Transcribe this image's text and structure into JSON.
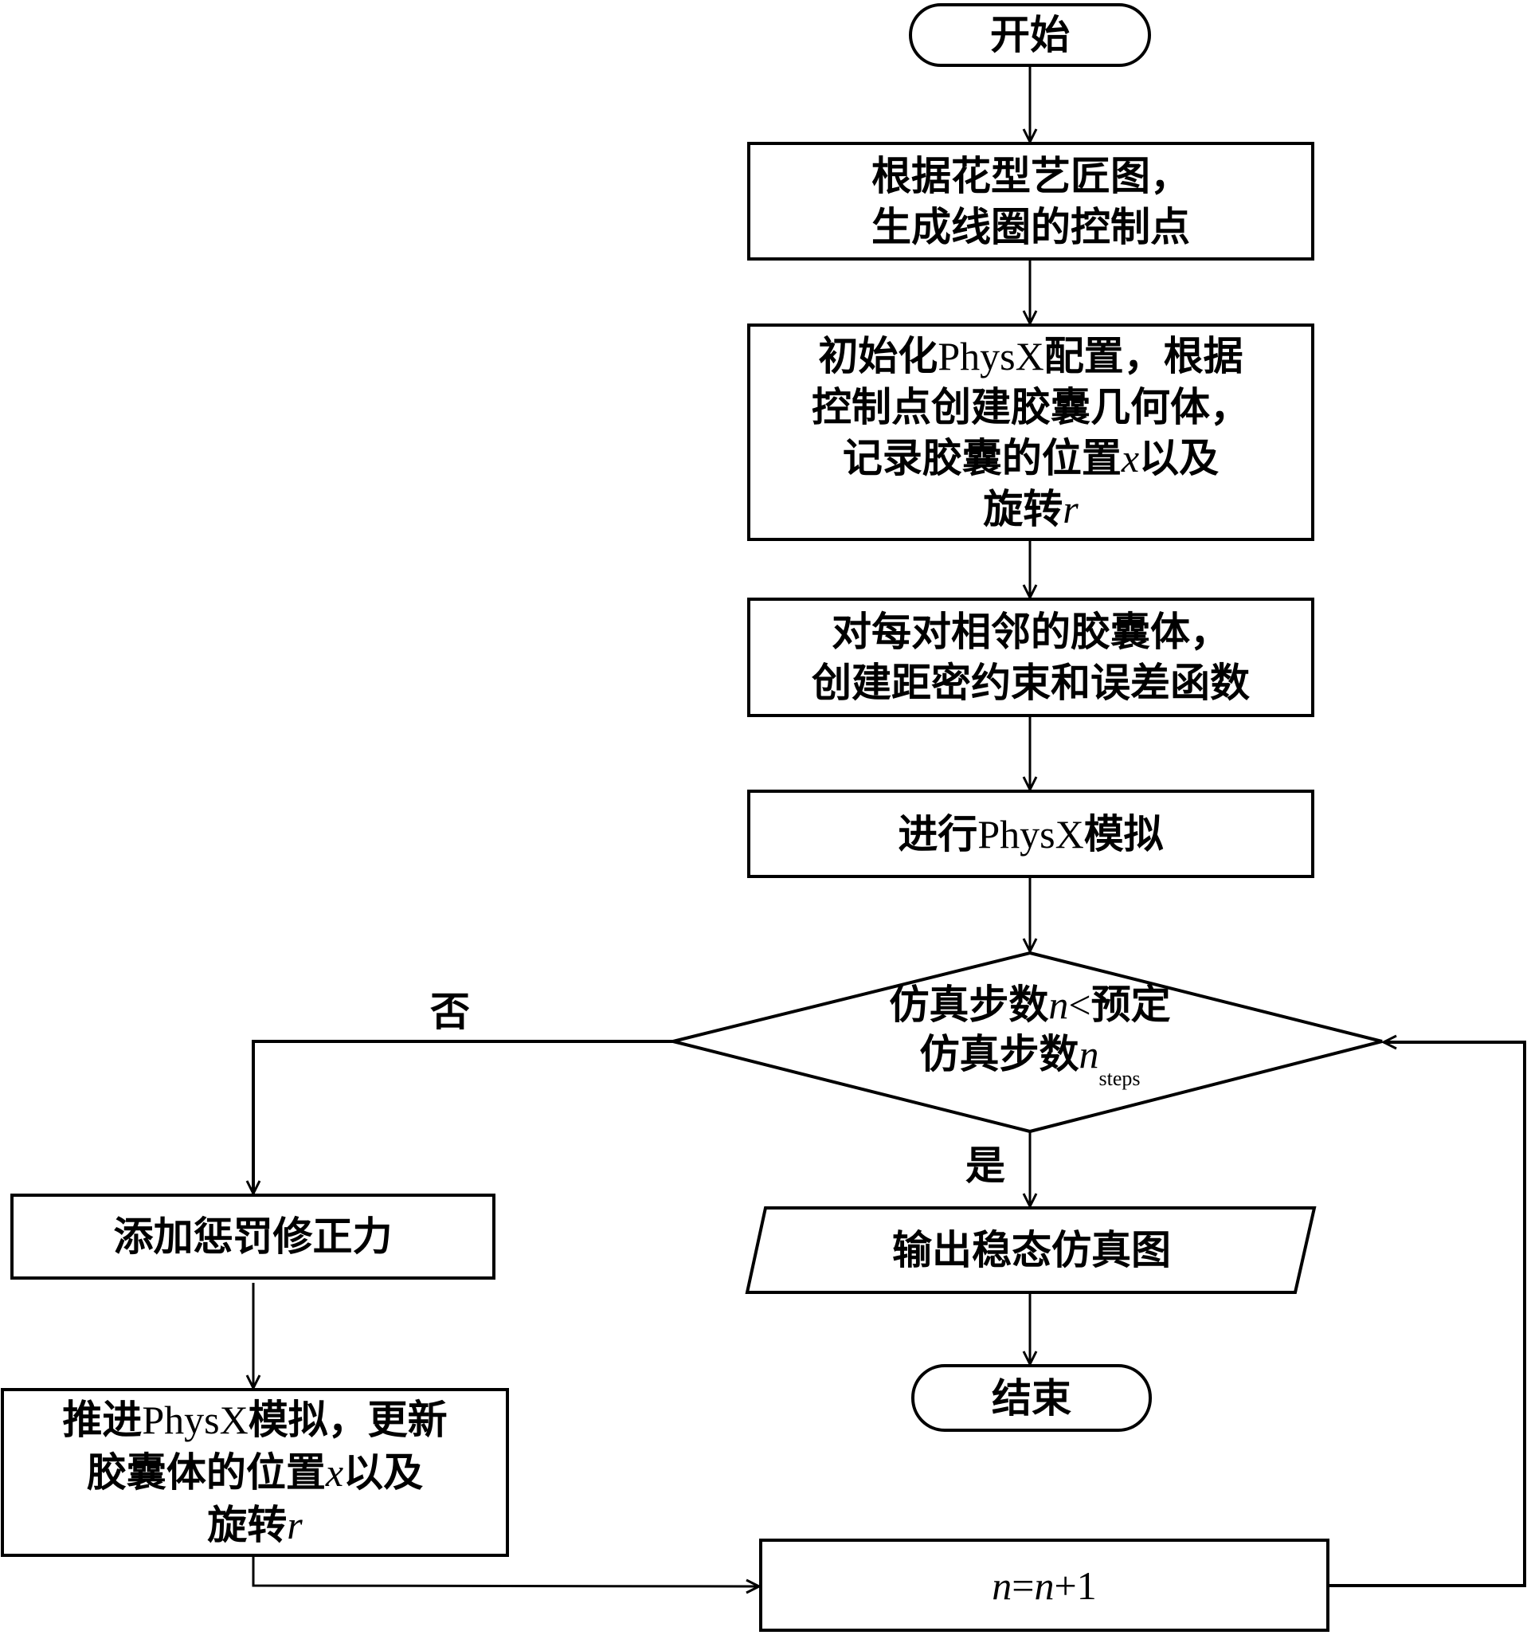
{
  "flowchart": {
    "start": "开始",
    "step_generate": {
      "lines": [
        "根据花型艺匠图，",
        "生成线圈的控制点"
      ]
    },
    "step_init": {
      "line1_a": "初始化",
      "line1_latin": "PhysX",
      "line1_b": "配置，根据",
      "line2": "控制点创建胶囊几何体，",
      "line3_a": "记录胶囊的位置",
      "line3_var": "x",
      "line3_b": "以及",
      "line4_a": "旋转",
      "line4_var": "r"
    },
    "step_constraints": {
      "lines": [
        "对每对相邻的胶囊体，",
        "创建距密约束和误差函数"
      ]
    },
    "step_simulate": {
      "a": "进行",
      "latin": "PhysX",
      "b": "模拟"
    },
    "decision": {
      "line1_a": "仿真步数",
      "line1_var": "n",
      "line1_op": "<",
      "line1_b": "预定",
      "line2_a": "仿真步数",
      "line2_var": "n",
      "line2_sub": "steps"
    },
    "branch_no": "否",
    "branch_yes": "是",
    "output": "输出稳态仿真图",
    "end": "结束",
    "penalty": "添加惩罚修正力",
    "advance": {
      "line1_a": "推进",
      "line1_latin": "PhysX",
      "line1_b": "模拟，更新",
      "line2_a": "胶囊体的位置",
      "line2_var": "x",
      "line2_b": "以及",
      "line3_a": "旋转",
      "line3_var": "r"
    },
    "increment": {
      "var1": "n",
      "eq": "=",
      "var2": "n",
      "rest": "+1"
    },
    "colors": {
      "stroke": "#000000",
      "background": "#ffffff"
    }
  }
}
